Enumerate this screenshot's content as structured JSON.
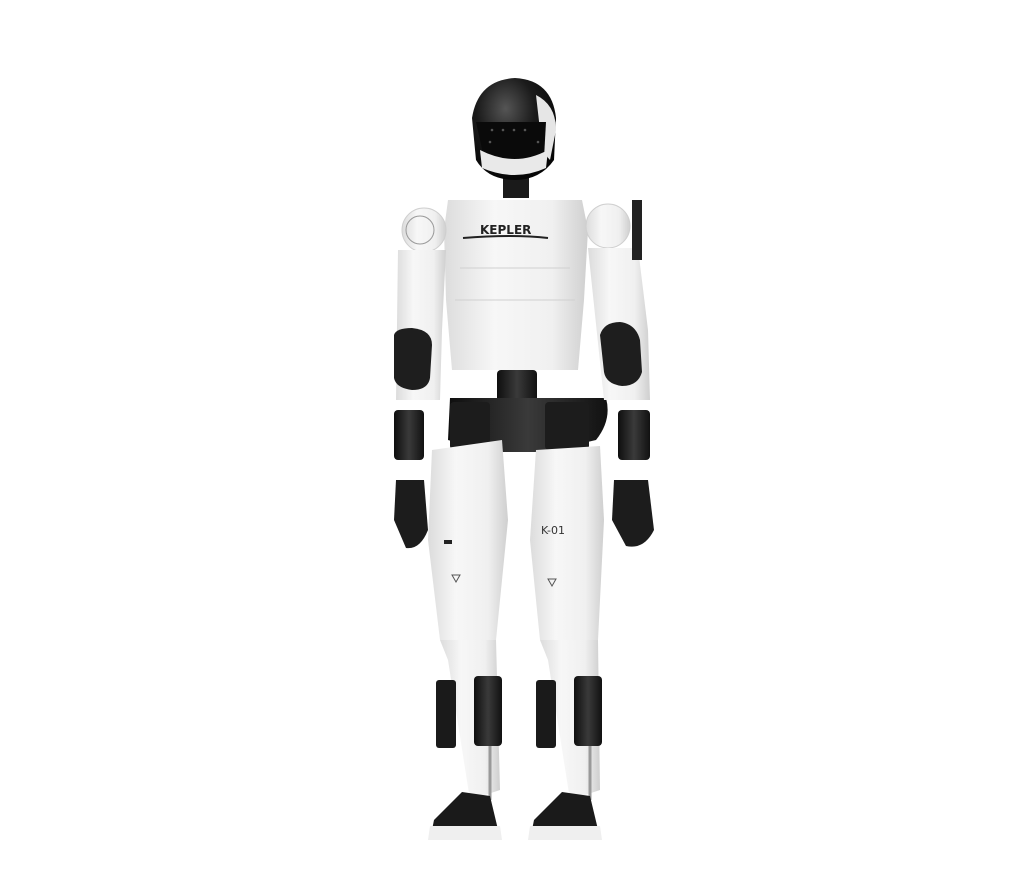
{
  "image": {
    "subject": "Humanoid robot, full-body front view",
    "background_color": "#ffffff",
    "chest_logo": "KEPLER",
    "thigh_marking": "K-01",
    "colors": {
      "shell": "#f2f2f2",
      "shell_shade": "#d9d9d9",
      "dark_parts": "#1c1c1c",
      "visor": "#0d0d0d"
    }
  }
}
